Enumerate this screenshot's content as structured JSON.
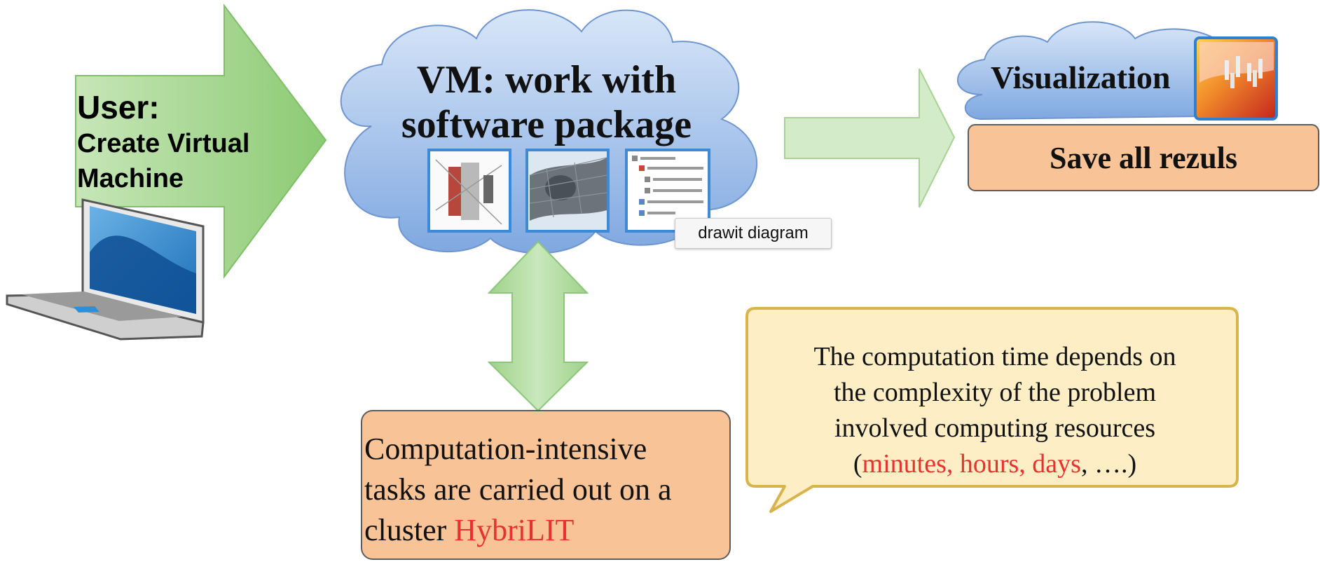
{
  "user": {
    "title": "User:",
    "line1": "Create Virtual",
    "line2": "Machine"
  },
  "vm": {
    "line1": "VM: work with",
    "line2": "software package",
    "thumbnail_icons": [
      "cad-model-thumbnail",
      "mesh-part-thumbnail",
      "study-tree-thumbnail"
    ]
  },
  "visualization": {
    "label": "Visualization"
  },
  "save": {
    "label": "Save all rezuls"
  },
  "cluster": {
    "line1": "Computation-intensive",
    "line2": "tasks are carried out on a",
    "line3_prefix": "cluster ",
    "line3_highlight": "HybriLIT"
  },
  "note": {
    "line1": "The computation time depends on",
    "line2": "the complexity  of the problem",
    "line3": "involved  computing resources",
    "open_paren": "(",
    "highlight": "minutes, hours, days",
    "tail": ", ….)"
  },
  "tooltip": {
    "text": "drawit diagram"
  },
  "colors": {
    "arrow_green": "#9fd28a",
    "arrow_light_green": "#cde7c3",
    "cloud_blue": "#a9c5ea",
    "box_orange": "#f8c497",
    "note_yellow": "#fdeec5",
    "note_border": "#d9b34c",
    "highlight_red": "#e8322f"
  }
}
